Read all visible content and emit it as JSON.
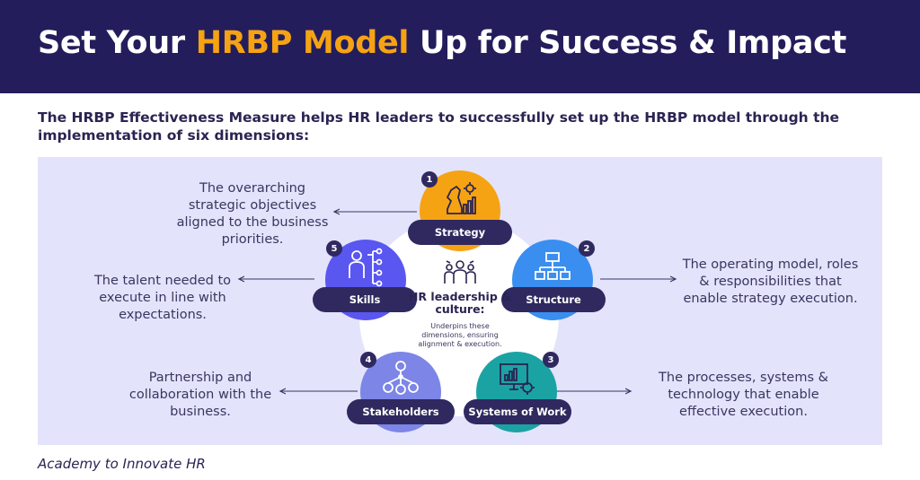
{
  "header": {
    "title_pre": "Set Your ",
    "title_accent": "HRBP Model",
    "title_post": " Up for Success & Impact"
  },
  "intro": "The HRBP Effectiveness Measure helps HR leaders to successfully set up the HRBP model through the implementation of six dimensions:",
  "center": {
    "title": "HR leadership & culture:",
    "subtitle": "Underpins these dimensions, ensuring alignment & execution.",
    "icon": "team-icon"
  },
  "dimensions": [
    {
      "number": "1",
      "label": "Strategy",
      "color": "#f6a313",
      "icon": "chess-knight-chart-icon",
      "description": "The overarching strategic objectives aligned to the business priorities."
    },
    {
      "number": "2",
      "label": "Structure",
      "color": "#3a8ef0",
      "icon": "org-chart-icon",
      "description": "The operating model, roles & responsibilities that enable strategy execution."
    },
    {
      "number": "3",
      "label": "Systems of Work",
      "color": "#1ba3a3",
      "icon": "computer-gear-icon",
      "description": "The processes, systems & technology that enable effective execution."
    },
    {
      "number": "4",
      "label": "Stakeholders",
      "color": "#7d86e6",
      "icon": "network-people-icon",
      "description": "Partnership and collaboration with the business."
    },
    {
      "number": "5",
      "label": "Skills",
      "color": "#5a56f0",
      "icon": "person-skills-icon",
      "description": "The talent needed to execute in line with expectations."
    }
  ],
  "colors": {
    "header_bg": "#241d5c",
    "accent": "#f6a313",
    "panel_bg": "#e3e3fb",
    "pill_bg": "#2f2960"
  },
  "footer": "Academy to Innovate HR"
}
